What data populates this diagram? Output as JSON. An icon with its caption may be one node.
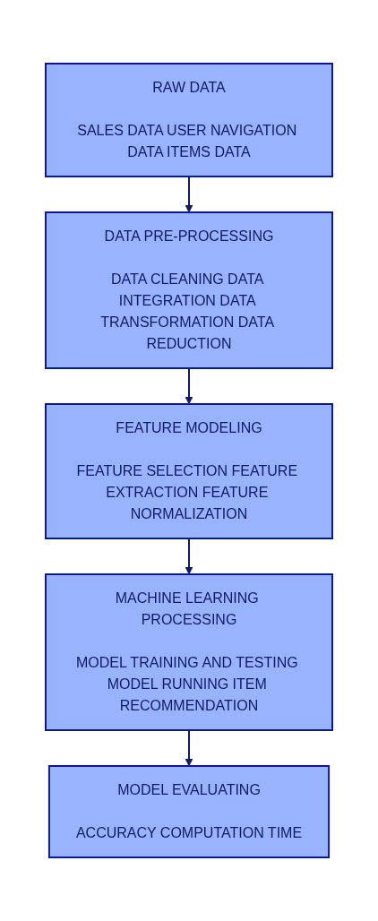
{
  "diagram": {
    "nodes": [
      {
        "text": [
          "RAW DATA",
          "SALES DATA USER NAVIGATION DATA ITEMS DATA"
        ]
      },
      {
        "text": [
          "DATA PRE-PROCESSING",
          "DATA CLEANING DATA INTEGRATION DATA TRANSFORMATION DATA REDUCTION"
        ]
      },
      {
        "text": [
          "FEATURE MODELING",
          "FEATURE SELECTION FEATURE EXTRACTION FEATURE NORMALIZATION"
        ]
      },
      {
        "text": [
          "MACHINE LEARNING PROCESSING",
          "MODEL TRAINING AND TESTING MODEL RUNNING ITEM RECOMMENDATION"
        ]
      },
      {
        "text": [
          "MODEL EVALUATING",
          "ACCURACY COMPUTATION TIME"
        ]
      }
    ],
    "edges": [
      {
        "from": 0,
        "to": 1,
        "arrow": "to"
      },
      {
        "from": 1,
        "to": 2,
        "arrow": "to"
      },
      {
        "from": 2,
        "to": 3,
        "arrow": "to"
      },
      {
        "from": 3,
        "to": 4,
        "arrow": "to"
      }
    ]
  }
}
